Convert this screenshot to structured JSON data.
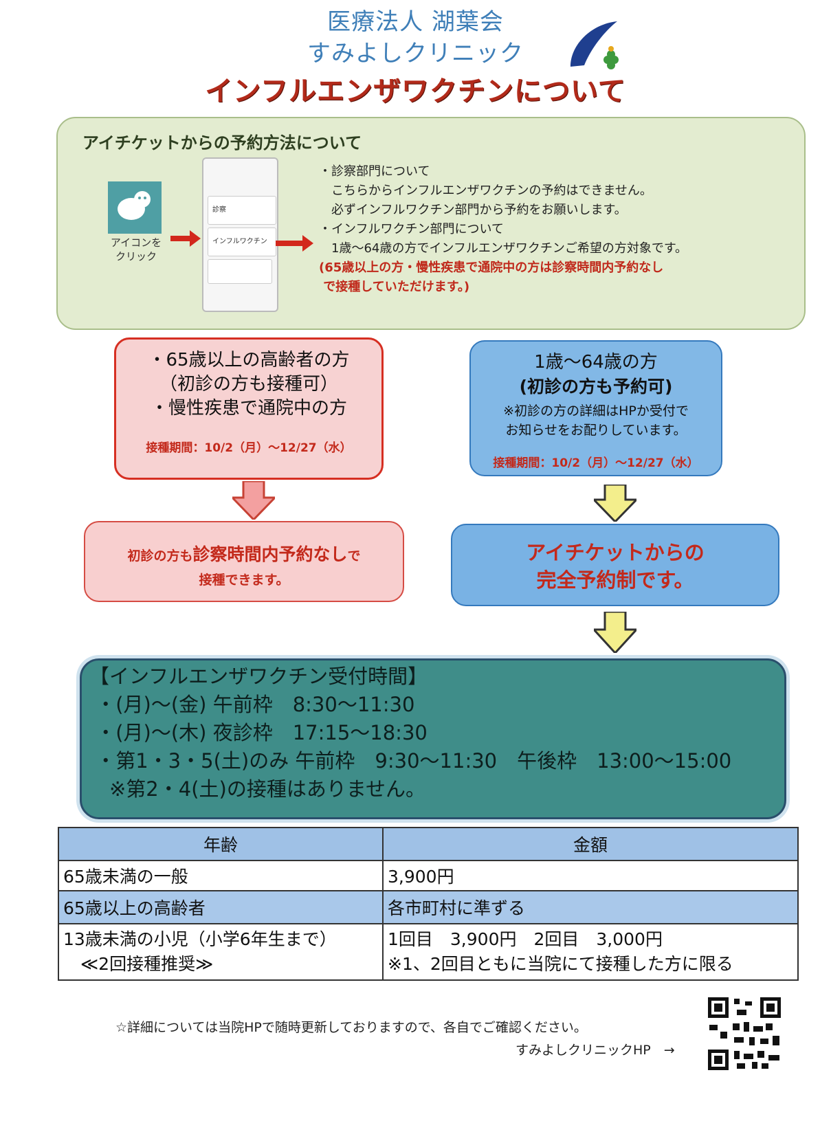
{
  "header": {
    "organization": "医療法人 湖葉会",
    "clinic_name": "すみよしクリニック",
    "title": "インフルエンザワクチンについて"
  },
  "aiticket": {
    "heading": "アイチケットからの予約方法について",
    "icon_caption": "アイコンを\nクリック",
    "phone_rows": [
      "診察",
      "インフルワクチン"
    ],
    "desc_lines": "・診察部門について\n　こちらからインフルエンザワクチンの予約はできません。\n　必ずインフルワクチン部門から予約をお願いします。\n・インフルワクチン部門について\n　1歳～64歳の方でインフルエンザワクチンご希望の方対象です。",
    "desc_note": "(65歳以上の方・慢性疾患で通院中の方は診察時間内予約なし\n で接種していただけます。)"
  },
  "elderly": {
    "lines": "・65歳以上の高齢者の方\n（初診の方も接種可）\n・慢性疾患で通院中の方",
    "period": "接種期間：10/2（月）～12/27（水）",
    "result_prefix": "初診の方も",
    "result_strong": "診察時間内予約なし",
    "result_suffix": "で",
    "result_line2": "接種できます。"
  },
  "general": {
    "line1": "1歳～64歳の方",
    "line2": "(初診の方も予約可)",
    "note": "※初診の方の詳細はHPか受付で\nお知らせをお配りしています。",
    "period": "接種期間：10/2（月）～12/27（水）",
    "result": "アイチケットからの\n完全予約制です。"
  },
  "reception": {
    "text": "【インフルエンザワクチン受付時間】\n ・(月)～(金) 午前枠　8:30～11:30\n ・(月)～(木) 夜診枠　17:15～18:30\n ・第1・3・5(土)のみ 午前枠　9:30～11:30　午後枠　13:00～15:00\n　※第2・4(土)の接種はありません。"
  },
  "fee_table": {
    "headers": [
      "年齢",
      "金額"
    ],
    "rows": [
      [
        "65歳未満の一般",
        "3,900円"
      ],
      [
        "65歳以上の高齢者",
        "各市町村に準ずる"
      ],
      [
        "13歳未満の小児（小学6年生まで）\n　≪2回接種推奨≫",
        "1回目　3,900円　2回目　3,000円\n※1、2回目ともに当院にて接種した方に限る"
      ]
    ]
  },
  "footer": {
    "note": "☆詳細については当院HPで随時更新しておりますので、各自でご確認ください。",
    "link": "すみよしクリニックHP　→"
  },
  "colors": {
    "clinic_blue": "#3f7fb8",
    "title_red": "#b22a1a",
    "green_panel": "#e3ecd0",
    "pink_box": "#f7d2d2",
    "blue_box": "#82b8e6",
    "teal_panel": "#3f8d89",
    "arrow_yellow": "#f3ee8c"
  }
}
